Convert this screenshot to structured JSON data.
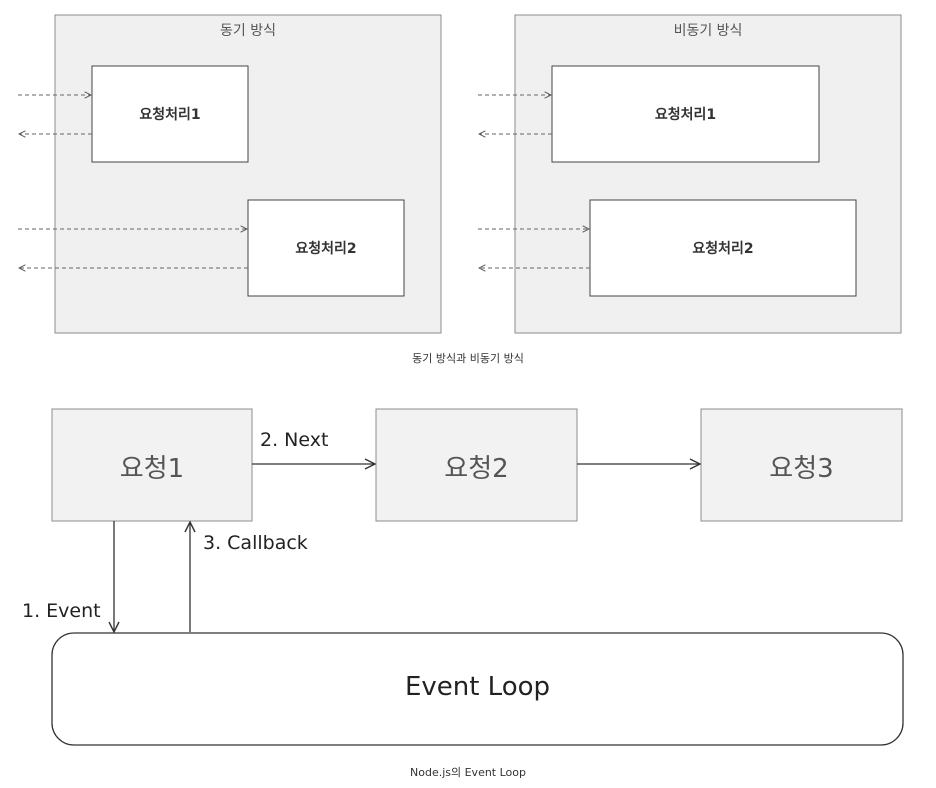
{
  "top_diagram": {
    "sync_panel": {
      "title": "동기 방식",
      "box1": "요청처리1",
      "box2": "요청처리2"
    },
    "async_panel": {
      "title": "비동기 방식",
      "box1": "요청처리1",
      "box2": "요청처리2"
    },
    "caption": "동기 방식과 비동기 방식"
  },
  "bottom_diagram": {
    "request1": "요청1",
    "request2": "요청2",
    "request3": "요청3",
    "next_label": "2. Next",
    "callback_label": "3. Callback",
    "event_label": "1. Event",
    "event_loop": "Event Loop",
    "caption": "Node.js의 Event Loop"
  }
}
